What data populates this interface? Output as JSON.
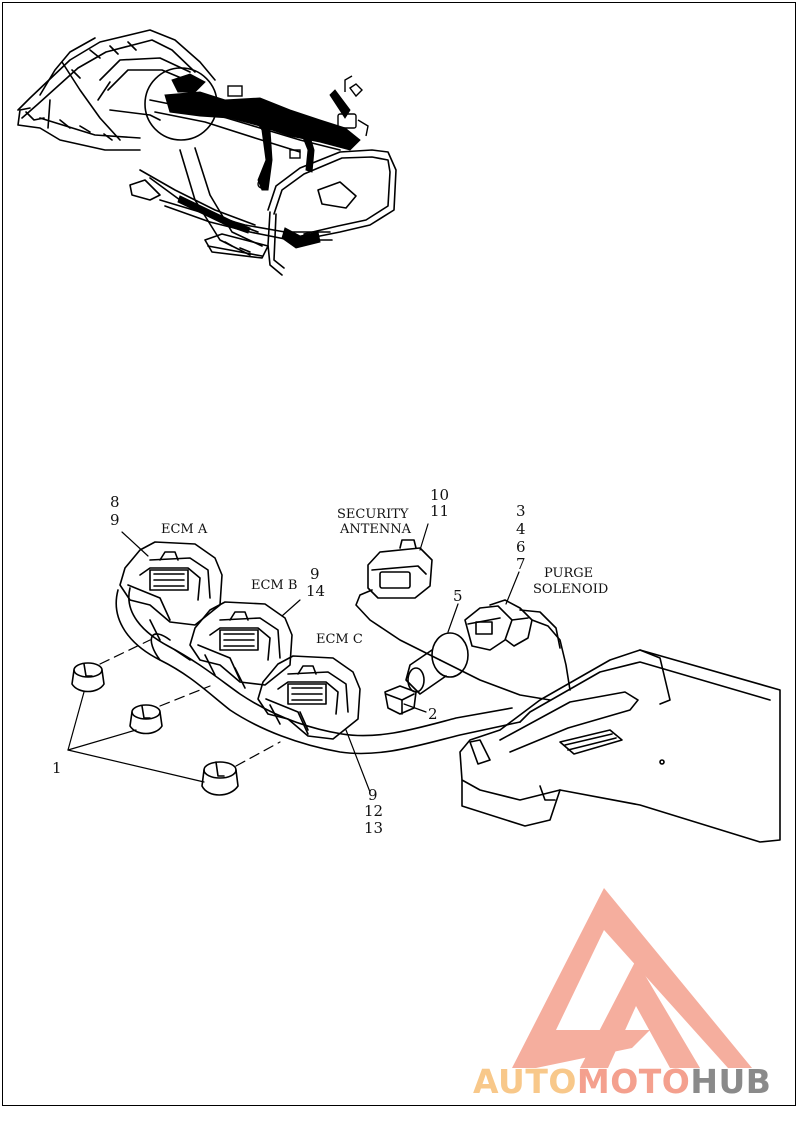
{
  "labels": {
    "ecm_a": "ECM A",
    "ecm_b": "ECM B",
    "ecm_c": "ECM C",
    "security_line1": "SECURITY",
    "security_line2": "ANTENNA",
    "purge_line1": "PURGE",
    "purge_line2": "SOLENOID"
  },
  "callouts": {
    "n8": "8",
    "n9a": "9",
    "n9b": "9",
    "n14": "14",
    "n10": "10",
    "n11": "11",
    "n3": "3",
    "n4": "4",
    "n6": "6",
    "n7": "7",
    "n5": "5",
    "n2": "2",
    "n1": "1",
    "n9c": "9",
    "n12": "12",
    "n13": "13"
  },
  "watermark": {
    "part1": "AUTO",
    "part2": "MOTO",
    "part3": "HUB",
    "color1": "#f8c88a",
    "color2": "#f4a08e",
    "color3": "#8a8a8a"
  }
}
